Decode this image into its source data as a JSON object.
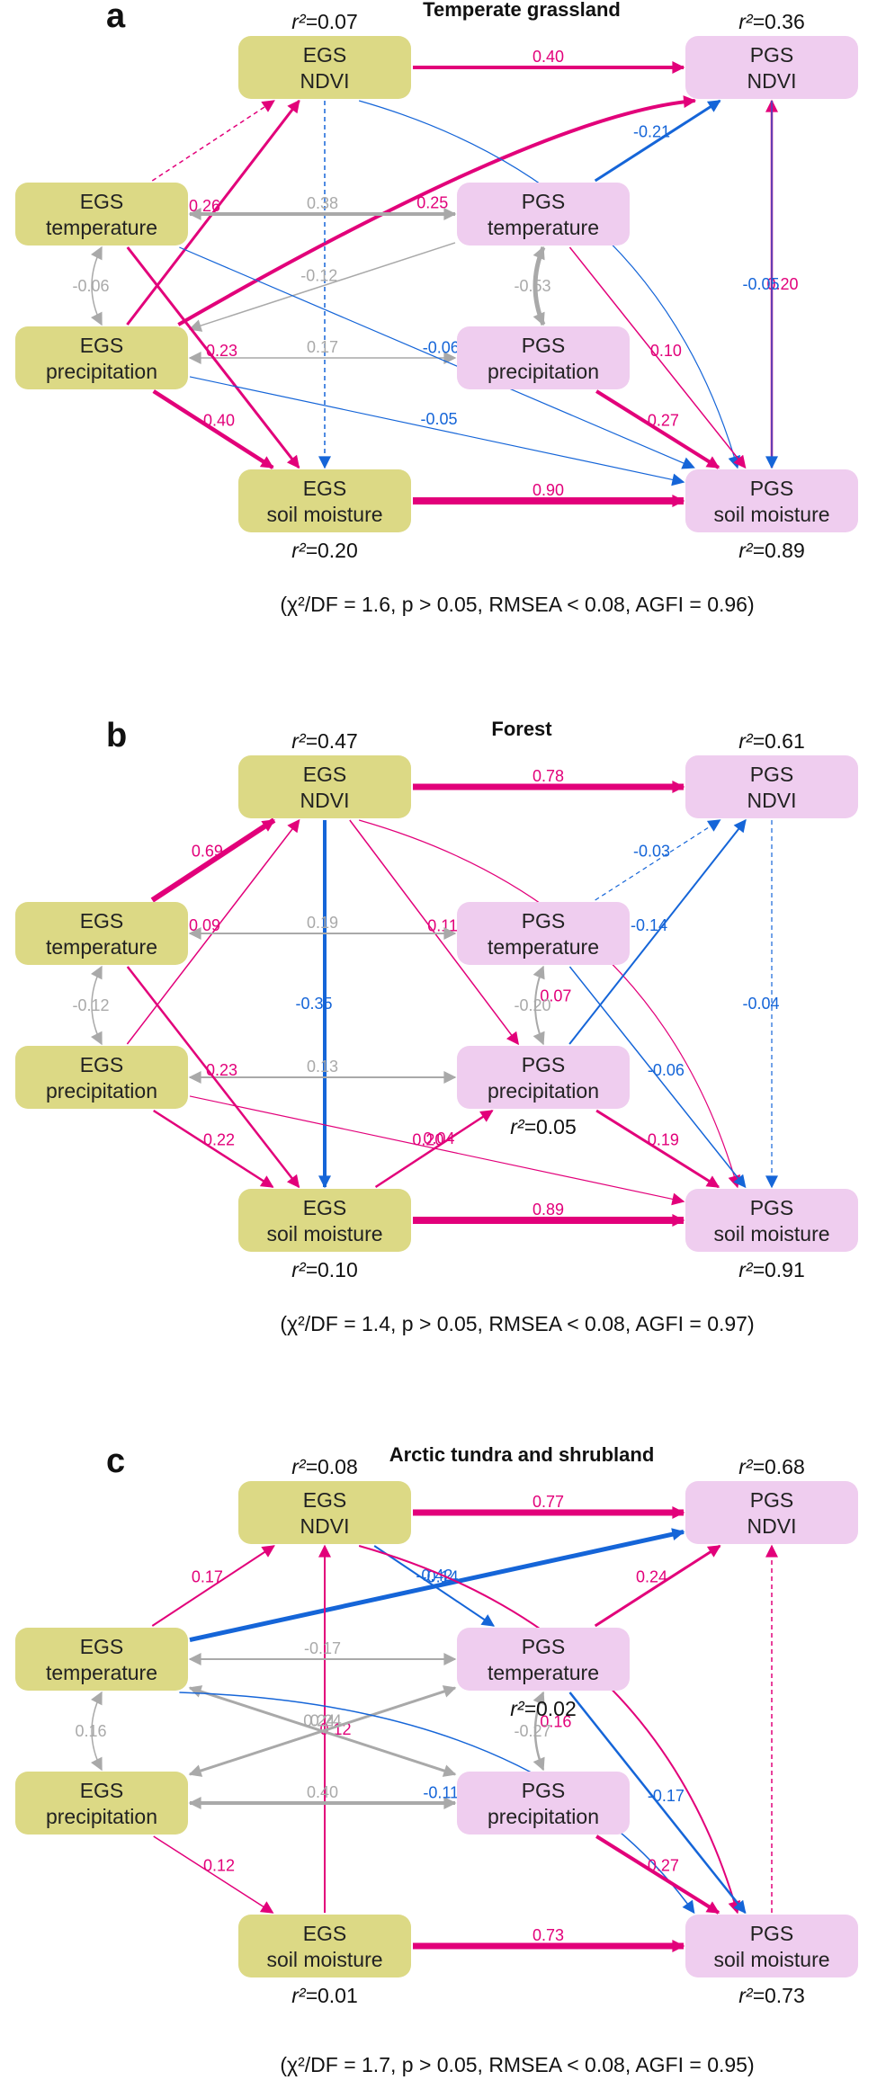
{
  "colors": {
    "positive": "#e2007a",
    "negative": "#1565d8",
    "neutral": "#a9a9a9",
    "egs_box": "#dcd985",
    "pgs_box": "#efcdef"
  },
  "panels": [
    {
      "id": "a",
      "letter": "a",
      "title": "Temperate grassland",
      "fit": "(χ²/DF = 1.6, p > 0.05, RMSEA < 0.08, AGFI = 0.96)",
      "r2": {
        "egs_ndvi": "0.07",
        "pgs_ndvi": "0.36",
        "egs_sm": "0.20",
        "pgs_sm": "0.89"
      },
      "edges": [
        {
          "from": "egs_ndvi",
          "to": "pgs_ndvi",
          "value": "0.40",
          "sign": "pos",
          "width": 4,
          "dashed": false
        },
        {
          "from": "egs_pr",
          "to": "pgs_ndvi",
          "value": "0.25",
          "sign": "pos",
          "width": 4,
          "dashed": false
        },
        {
          "from": "egs_temp",
          "to": "egs_ndvi",
          "value": "",
          "sign": "pos",
          "width": 1.5,
          "dashed": true
        },
        {
          "from": "egs_pr",
          "to": "egs_ndvi",
          "value": "0.26",
          "sign": "pos",
          "width": 3,
          "dashed": false
        },
        {
          "from": "egs_ndvi",
          "to": "egs_sm",
          "value": "",
          "sign": "neg",
          "width": 1.5,
          "dashed": true
        },
        {
          "from": "egs_ndvi",
          "to": "pgs_sm",
          "value": "",
          "sign": "neg",
          "width": 1.2,
          "dashed": false
        },
        {
          "from": "pgs_temp",
          "to": "pgs_ndvi",
          "value": "-0.21",
          "sign": "neg",
          "width": 3,
          "dashed": false
        },
        {
          "from": "pgs_sm",
          "to": "pgs_ndvi",
          "value": "0.20",
          "sign": "pos",
          "width": 2.5,
          "dashed": false
        },
        {
          "from": "egs_temp",
          "to": "pgs_temp",
          "value": "0.38",
          "sign": "neu",
          "width": 4,
          "dashed": false,
          "double": true
        },
        {
          "from": "pgs_temp",
          "to": "egs_pr",
          "value": "-0.12",
          "sign": "neu",
          "width": 1.5,
          "dashed": false
        },
        {
          "from": "egs_pr",
          "to": "pgs_pr",
          "value": "0.17",
          "sign": "neu",
          "width": 1.5,
          "dashed": false,
          "double": true
        },
        {
          "from": "pgs_temp",
          "to": "pgs_pr",
          "value": "-0.53",
          "sign": "neu",
          "width": 5,
          "dashed": false,
          "double": true
        },
        {
          "from": "egs_temp",
          "to": "egs_pr",
          "value": "-0.06",
          "sign": "neu",
          "width": 1.5,
          "dashed": false,
          "double": true
        },
        {
          "from": "egs_temp",
          "to": "egs_sm",
          "value": "0.23",
          "sign": "pos",
          "width": 3,
          "dashed": false
        },
        {
          "from": "egs_pr",
          "to": "egs_sm",
          "value": "0.40",
          "sign": "pos",
          "width": 4.5,
          "dashed": false
        },
        {
          "from": "egs_temp",
          "to": "pgs_sm",
          "value": "-0.06",
          "sign": "neg",
          "width": 1.2,
          "dashed": false
        },
        {
          "from": "egs_pr",
          "to": "pgs_sm",
          "value": "-0.05",
          "sign": "neg",
          "width": 1.2,
          "dashed": false
        },
        {
          "from": "egs_sm",
          "to": "pgs_sm",
          "value": "0.90",
          "sign": "pos",
          "width": 8,
          "dashed": false
        },
        {
          "from": "pgs_pr",
          "to": "pgs_sm",
          "value": "0.27",
          "sign": "pos",
          "width": 4,
          "dashed": false
        },
        {
          "from": "pgs_temp",
          "to": "pgs_sm",
          "value": "0.10",
          "sign": "pos",
          "width": 1.5,
          "dashed": false
        },
        {
          "from": "pgs_ndvi",
          "to": "pgs_sm",
          "value": "-0.05",
          "sign": "neg",
          "width": 1.2,
          "dashed": false
        }
      ]
    },
    {
      "id": "b",
      "letter": "b",
      "title": "Forest",
      "fit": "(χ²/DF = 1.4, p > 0.05, RMSEA < 0.08, AGFI = 0.97)",
      "r2": {
        "egs_ndvi": "0.47",
        "pgs_ndvi": "0.61",
        "pgs_pr": "0.05",
        "egs_sm": "0.10",
        "pgs_sm": "0.91"
      },
      "edges": [
        {
          "from": "egs_ndvi",
          "to": "pgs_ndvi",
          "value": "0.78",
          "sign": "pos",
          "width": 7,
          "dashed": false
        },
        {
          "from": "egs_temp",
          "to": "egs_ndvi",
          "value": "0.69",
          "sign": "pos",
          "width": 6,
          "dashed": false
        },
        {
          "from": "egs_pr",
          "to": "egs_ndvi",
          "value": "0.09",
          "sign": "pos",
          "width": 1.5,
          "dashed": false
        },
        {
          "from": "egs_ndvi",
          "to": "egs_sm",
          "value": "-0.35",
          "sign": "neg",
          "width": 4,
          "dashed": false
        },
        {
          "from": "egs_ndvi",
          "to": "pgs_pr",
          "value": "0.11",
          "sign": "pos",
          "width": 1.5,
          "dashed": false
        },
        {
          "from": "egs_ndvi",
          "to": "pgs_sm",
          "value": "0.07",
          "sign": "pos",
          "width": 1.2,
          "dashed": false
        },
        {
          "from": "pgs_temp",
          "to": "pgs_ndvi",
          "value": "-0.03",
          "sign": "neg",
          "width": 1.2,
          "dashed": true
        },
        {
          "from": "pgs_pr",
          "to": "pgs_ndvi",
          "value": "-0.14",
          "sign": "neg",
          "width": 2,
          "dashed": false
        },
        {
          "from": "pgs_ndvi",
          "to": "pgs_sm",
          "value": "-0.04",
          "sign": "neg",
          "width": 1.2,
          "dashed": true
        },
        {
          "from": "egs_temp",
          "to": "pgs_temp",
          "value": "0.19",
          "sign": "neu",
          "width": 2,
          "dashed": false,
          "double": true
        },
        {
          "from": "egs_pr",
          "to": "pgs_pr",
          "value": "0.13",
          "sign": "neu",
          "width": 2,
          "dashed": false,
          "double": true
        },
        {
          "from": "egs_temp",
          "to": "egs_pr",
          "value": "-0.12",
          "sign": "neu",
          "width": 1.5,
          "dashed": false,
          "double": true
        },
        {
          "from": "pgs_temp",
          "to": "pgs_pr",
          "value": "-0.20",
          "sign": "neu",
          "width": 2,
          "dashed": false,
          "double": true
        },
        {
          "from": "egs_temp",
          "to": "egs_sm",
          "value": "0.23",
          "sign": "pos",
          "width": 2.5,
          "dashed": false
        },
        {
          "from": "egs_pr",
          "to": "egs_sm",
          "value": "0.22",
          "sign": "pos",
          "width": 2.5,
          "dashed": false
        },
        {
          "from": "egs_sm",
          "to": "pgs_pr",
          "value": "0.20",
          "sign": "pos",
          "width": 2.5,
          "dashed": false
        },
        {
          "from": "egs_pr",
          "to": "pgs_sm",
          "value": "0.04",
          "sign": "pos",
          "width": 1.2,
          "dashed": false
        },
        {
          "from": "egs_sm",
          "to": "pgs_sm",
          "value": "0.89",
          "sign": "pos",
          "width": 8,
          "dashed": false
        },
        {
          "from": "pgs_pr",
          "to": "pgs_sm",
          "value": "0.19",
          "sign": "pos",
          "width": 3,
          "dashed": false
        },
        {
          "from": "pgs_temp",
          "to": "pgs_sm",
          "value": "-0.06",
          "sign": "neg",
          "width": 1.5,
          "dashed": false
        }
      ]
    },
    {
      "id": "c",
      "letter": "c",
      "title": "Arctic tundra and shrubland",
      "fit": "(χ²/DF = 1.7, p > 0.05, RMSEA < 0.08, AGFI = 0.95)",
      "r2": {
        "egs_ndvi": "0.08",
        "pgs_ndvi": "0.68",
        "pgs_temp": "0.02",
        "egs_sm": "0.01",
        "pgs_sm": "0.73"
      },
      "edges": [
        {
          "from": "egs_ndvi",
          "to": "pgs_ndvi",
          "value": "0.77",
          "sign": "pos",
          "width": 7,
          "dashed": false
        },
        {
          "from": "egs_temp",
          "to": "pgs_ndvi",
          "value": "-0.42",
          "sign": "neg",
          "width": 5,
          "dashed": false
        },
        {
          "from": "egs_temp",
          "to": "egs_ndvi",
          "value": "0.17",
          "sign": "pos",
          "width": 2,
          "dashed": false
        },
        {
          "from": "egs_sm",
          "to": "egs_ndvi",
          "value": "0.12",
          "sign": "pos",
          "width": 2,
          "dashed": false
        },
        {
          "from": "egs_ndvi",
          "to": "pgs_temp",
          "value": "-0.14",
          "sign": "neg",
          "width": 2,
          "dashed": false
        },
        {
          "from": "egs_ndvi",
          "to": "pgs_sm",
          "value": "0.16",
          "sign": "pos",
          "width": 2,
          "dashed": false
        },
        {
          "from": "pgs_temp",
          "to": "pgs_ndvi",
          "value": "0.24",
          "sign": "pos",
          "width": 3,
          "dashed": false
        },
        {
          "from": "pgs_sm",
          "to": "pgs_ndvi",
          "value": "",
          "sign": "pos",
          "width": 1.5,
          "dashed": true
        },
        {
          "from": "egs_temp",
          "to": "pgs_temp",
          "value": "-0.17",
          "sign": "neu",
          "width": 2,
          "dashed": false,
          "double": true
        },
        {
          "from": "egs_temp",
          "to": "pgs_pr",
          "value": "0.24",
          "sign": "neu",
          "width": 3,
          "dashed": false,
          "double": true
        },
        {
          "from": "pgs_temp",
          "to": "egs_pr",
          "value": "0.24",
          "sign": "neu",
          "width": 3,
          "dashed": false,
          "double": true
        },
        {
          "from": "egs_pr",
          "to": "pgs_pr",
          "value": "0.40",
          "sign": "neu",
          "width": 4,
          "dashed": false,
          "double": true
        },
        {
          "from": "egs_temp",
          "to": "egs_pr",
          "value": "0.16",
          "sign": "neu",
          "width": 1.5,
          "dashed": false,
          "double": true
        },
        {
          "from": "pgs_temp",
          "to": "pgs_pr",
          "value": "-0.27",
          "sign": "neu",
          "width": 2.5,
          "dashed": false,
          "double": true
        },
        {
          "from": "egs_pr",
          "to": "egs_sm",
          "value": "0.12",
          "sign": "pos",
          "width": 1.5,
          "dashed": false
        },
        {
          "from": "egs_temp",
          "to": "pgs_sm",
          "value": "-0.11",
          "sign": "neg",
          "width": 1.5,
          "dashed": false
        },
        {
          "from": "egs_sm",
          "to": "pgs_sm",
          "value": "0.73",
          "sign": "pos",
          "width": 7,
          "dashed": false
        },
        {
          "from": "pgs_pr",
          "to": "pgs_sm",
          "value": "0.27",
          "sign": "pos",
          "width": 4,
          "dashed": false
        },
        {
          "from": "pgs_temp",
          "to": "pgs_sm",
          "value": "-0.17",
          "sign": "neg",
          "width": 2.5,
          "dashed": false
        }
      ]
    }
  ],
  "nodes": {
    "egs_temp": {
      "line1": "EGS",
      "line2": "temperature"
    },
    "egs_pr": {
      "line1": "EGS",
      "line2": "precipitation"
    },
    "egs_ndvi": {
      "line1": "EGS",
      "line2": "NDVI"
    },
    "egs_sm": {
      "line1": "EGS",
      "line2": "soil moisture"
    },
    "pgs_temp": {
      "line1": "PGS",
      "line2": "temperature"
    },
    "pgs_pr": {
      "line1": "PGS",
      "line2": "precipitation"
    },
    "pgs_ndvi": {
      "line1": "PGS",
      "line2": "NDVI"
    },
    "pgs_sm": {
      "line1": "PGS",
      "line2": "soil moisture"
    }
  },
  "r2_prefix": "r²="
}
